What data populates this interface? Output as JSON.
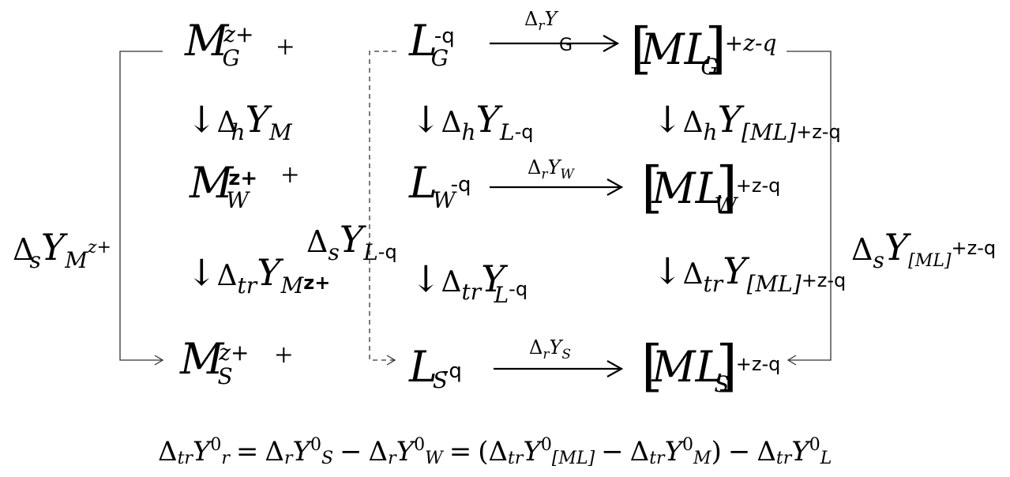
{
  "symbols": {
    "delta": "Δ",
    "plus": "+",
    "arrow_down": "↓",
    "lbracket": "[",
    "rbracket": "]",
    "equals": "=",
    "minus": "−",
    "lparen": "(",
    "rparen": ")"
  },
  "species": {
    "metal": "M",
    "ligand": "L",
    "complex": "ML",
    "metal_charge": "z+",
    "ligand_charge": "-q",
    "complex_charge": "+z-q"
  },
  "phases": {
    "gas": "G",
    "water": "W",
    "solvent": "S"
  },
  "quantity": {
    "letter": "Y",
    "sub_h": "h",
    "sub_s": "s",
    "sub_r": "r",
    "sub_tr": "tr",
    "ml_bracketed": "[ML]",
    "standard": "0",
    "r_W": "W",
    "r_S": "S",
    "r_G": "G"
  },
  "side_labels": {
    "left_sub": "M",
    "left_sup": "z+",
    "middle_sub": "L",
    "middle_sub_charge": "-q",
    "right_sub": "[ML]",
    "right_sup": "+z-q"
  },
  "formula": {
    "lhs_sub": "tr",
    "lhs_r": "r",
    "term_S": "S",
    "term_W": "W",
    "term_ML": "[ML]",
    "term_M": "M",
    "term_L": "L"
  }
}
